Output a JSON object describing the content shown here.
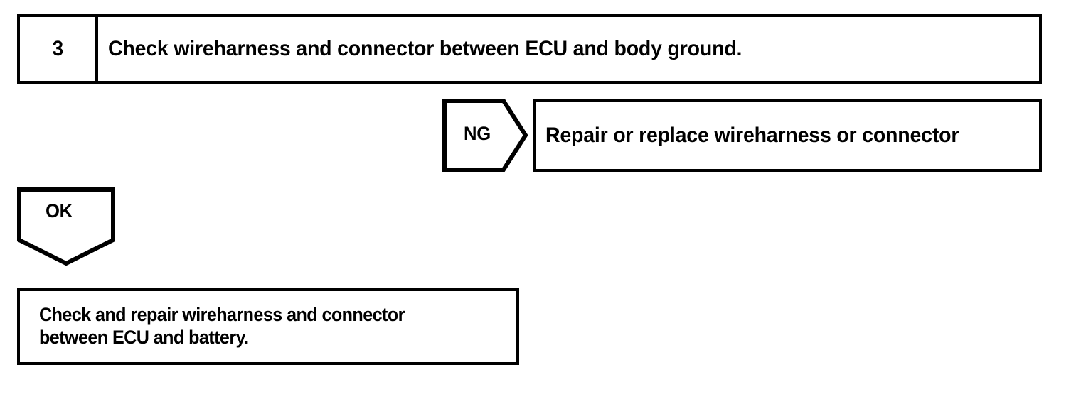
{
  "document": {
    "type": "troubleshooting-flowchart",
    "background_color": "#ffffff",
    "line_color": "#000000"
  },
  "step": {
    "number": "3",
    "instruction": "Check wireharness and connector between ECU and body ground."
  },
  "branches": {
    "ng": {
      "label": "NG",
      "result": "Repair or replace wireharness or connector",
      "arrow_direction": "right"
    },
    "ok": {
      "label": "OK",
      "arrow_direction": "down"
    }
  },
  "final_action": {
    "line1": "Check and repair wireharness and connector",
    "line2": "between ECU and battery."
  }
}
